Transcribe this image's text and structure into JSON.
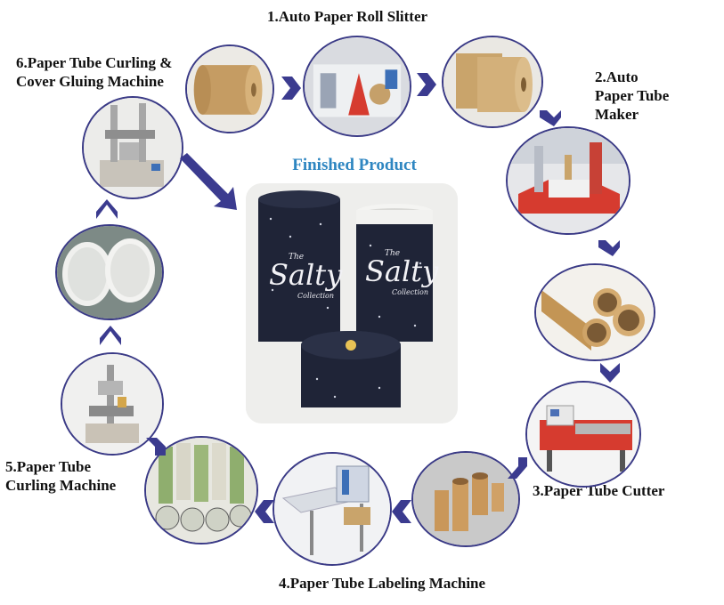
{
  "steps": [
    {
      "id": "slitter",
      "label": "1.Auto Paper Roll Slitter"
    },
    {
      "id": "tube_maker",
      "label_lines": [
        "2.Auto",
        "Paper Tube",
        "Maker"
      ]
    },
    {
      "id": "cutter",
      "label": "3.Paper Tube Cutter"
    },
    {
      "id": "labeling",
      "label": "4.Paper Tube Labeling Machine"
    },
    {
      "id": "curling",
      "label_lines": [
        "5.Paper Tube",
        "Curling Machine"
      ]
    },
    {
      "id": "curling_gluing",
      "label_lines": [
        "6.Paper Tube Curling &",
        "Cover Gluing Machine"
      ]
    }
  ],
  "center": {
    "title": "Finished Product",
    "brand_script": "Salty",
    "brand_small_top": "The",
    "brand_small_bottom": "Collection"
  },
  "colors": {
    "title_blue": "#2e86c1",
    "arrow_navy": "#3b3b8f",
    "circle_border": "#3a3a86",
    "kraft": "#c9a46b",
    "tube_navy": "#1f2437",
    "machine_red": "#d63b2f"
  }
}
